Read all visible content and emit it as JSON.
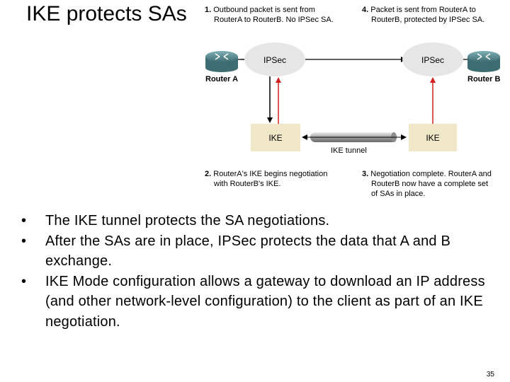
{
  "title": "IKE protects SAs",
  "steps": {
    "s1": {
      "num": "1.",
      "line1": "Outbound packet is sent from",
      "line2": "RouterA to RouterB. No IPSec SA."
    },
    "s4": {
      "num": "4.",
      "line1": "Packet is sent from RouterA to",
      "line2": "RouterB, protected by IPSec SA."
    },
    "s2": {
      "num": "2.",
      "line1": "RouterA's IKE begins negotiation",
      "line2": "with RouterB's IKE."
    },
    "s3": {
      "num": "3.",
      "line1": "Negotiation complete. RouterA and",
      "line2": "RouterB now have a complete set",
      "line3": "of SAs in place."
    }
  },
  "routers": {
    "a": "Router A",
    "b": "Router B"
  },
  "nodes": {
    "ipsec_left": "IPSec",
    "ipsec_right": "IPSec",
    "ike_left": "IKE",
    "ike_right": "IKE"
  },
  "tunnel_label": "IKE tunnel",
  "colors": {
    "ike_box": "#f0e6c8",
    "ipsec_ellipse": "#e6e6e6",
    "router": "#4f7f85",
    "red_arrow": "#d42020",
    "pipe": "#a9a9a9"
  },
  "bullets": [
    "The IKE tunnel protects the SA negotiations.",
    "After the SAs are in place, IPSec protects the data that A and B exchange.",
    "IKE Mode configuration allows a gateway to download an IP address (and other network-level configuration) to the client as part of an IKE negotiation."
  ],
  "page_number": "35",
  "icons": {
    "router": "router-icon",
    "bullet": "•"
  }
}
